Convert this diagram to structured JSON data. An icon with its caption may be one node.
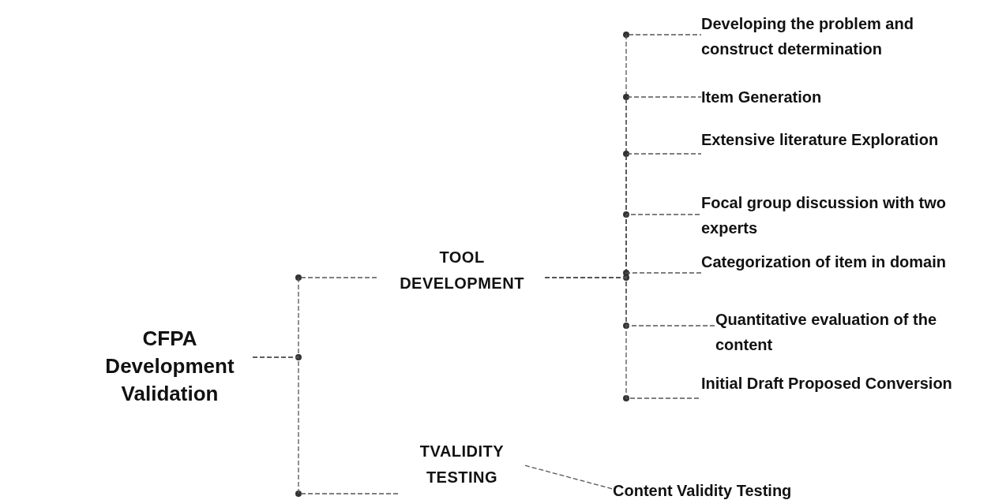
{
  "diagram": {
    "nodes": [
      {
        "text": [
          "CFPA Development Validation"
        ]
      },
      {
        "text": [
          "TOOL DEVELOPMENT"
        ]
      },
      {
        "text": [
          "Developing the problem and construct determination"
        ]
      },
      {
        "text": [
          "Item Generation"
        ]
      },
      {
        "text": [
          "Extensive literature Exploration"
        ]
      },
      {
        "text": [
          "Focal group discussion with two experts"
        ]
      },
      {
        "text": [
          "Categorization of item in domain"
        ]
      },
      {
        "text": [
          "Quantitative evaluation of the content"
        ]
      },
      {
        "text": [
          "Initial Draft Proposed Conversion"
        ]
      },
      {
        "text": [
          "TVALIDITY TESTING"
        ]
      },
      {
        "text": [
          "Content Validity Testing"
        ]
      }
    ],
    "edges": [
      {
        "from": 0,
        "to": 1,
        "arrow": "none",
        "style": "dashed"
      },
      {
        "from": 0,
        "to": 9,
        "arrow": "none",
        "style": "dashed"
      },
      {
        "from": 1,
        "to": 2,
        "arrow": "none",
        "style": "dashed"
      },
      {
        "from": 1,
        "to": 3,
        "arrow": "none",
        "style": "dashed"
      },
      {
        "from": 1,
        "to": 4,
        "arrow": "none",
        "style": "dashed"
      },
      {
        "from": 1,
        "to": 5,
        "arrow": "none",
        "style": "dashed"
      },
      {
        "from": 1,
        "to": 6,
        "arrow": "none",
        "style": "dashed"
      },
      {
        "from": 1,
        "to": 7,
        "arrow": "none",
        "style": "dashed"
      },
      {
        "from": 1,
        "to": 8,
        "arrow": "none",
        "style": "dashed"
      },
      {
        "from": 9,
        "to": 10,
        "arrow": "none",
        "style": "dashed"
      }
    ]
  }
}
